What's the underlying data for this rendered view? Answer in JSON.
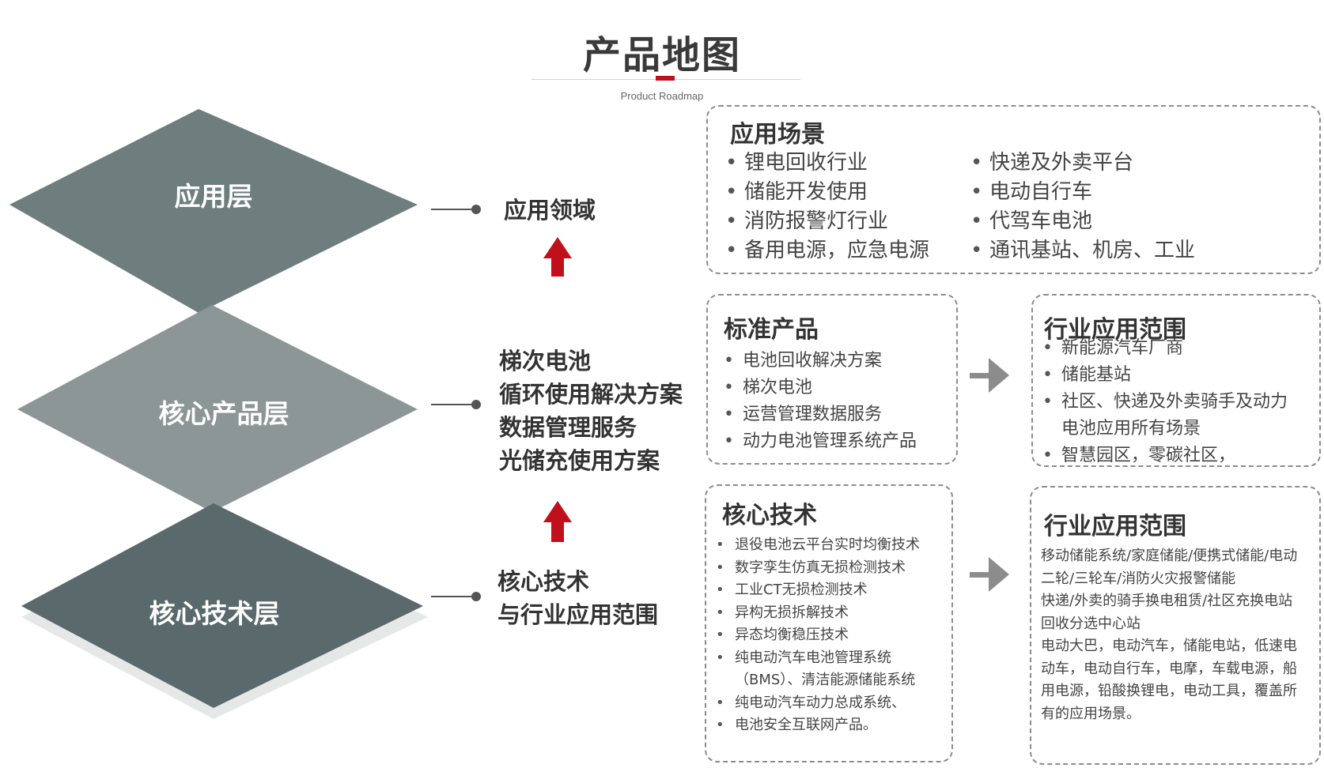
{
  "header": {
    "title": "产品地图",
    "subtitle": "Product Roadmap"
  },
  "colors": {
    "diamond_top": "#6e7e7e",
    "diamond_middle": "#8c9696",
    "diamond_bottom": "#5a696b",
    "arrow_red": "#c0101b",
    "arrow_gray": "#8c8c8c",
    "title_accent": "#c0101b"
  },
  "layers": [
    {
      "label": "应用层"
    },
    {
      "label": "核心产品层"
    },
    {
      "label": "核心技术层"
    }
  ],
  "middle": {
    "application_domain": "应用领域",
    "products": [
      "梯次电池",
      "循环使用解决方案",
      "数据管理服务",
      "光储充使用方案"
    ],
    "tech": [
      "核心技术",
      "与行业应用范围"
    ]
  },
  "scenarios": {
    "title": "应用场景",
    "left": [
      "锂电回收行业",
      "储能开发使用",
      "消防报警灯行业",
      "备用电源，应急电源"
    ],
    "right": [
      "快递及外卖平台",
      "电动自行车",
      "代驾车电池",
      "通讯基站、机房、工业"
    ]
  },
  "standard_products": {
    "title": "标准产品",
    "items": [
      "电池回收解决方案",
      "梯次电池",
      "运营管理数据服务",
      "动力电池管理系统产品"
    ]
  },
  "industry_scope_1": {
    "title": "行业应用范围",
    "items": [
      "新能源汽车厂商",
      "储能基站",
      "社区、快递及外卖骑手及动力电池应用所有场景",
      "智慧园区，零碳社区，"
    ]
  },
  "core_tech": {
    "title": "核心技术",
    "items": [
      "退役电池云平台实时均衡技术",
      "数字孪生仿真无损检测技术",
      "工业CT无损检测技术",
      "异构无损拆解技术",
      "异态均衡稳压技术",
      "纯电动汽车电池管理系统（BMS）、清洁能源储能系统",
      "纯电动汽车动力总成系统、",
      "电池安全互联网产品。"
    ]
  },
  "industry_scope_2": {
    "title": "行业应用范围",
    "items": [
      "移动储能系统/家庭储能/便携式储能/电动二轮/三轮车/消防火灾报警储能",
      "快递/外卖的骑手换电租赁/社区充换电站",
      "回收分选中心站",
      "电动大巴，电动汽车，储能电站，低速电动车，电动自行车，电摩，车载电源，船用电源，铅酸换锂电，电动工具，覆盖所有的应用场景。"
    ]
  }
}
